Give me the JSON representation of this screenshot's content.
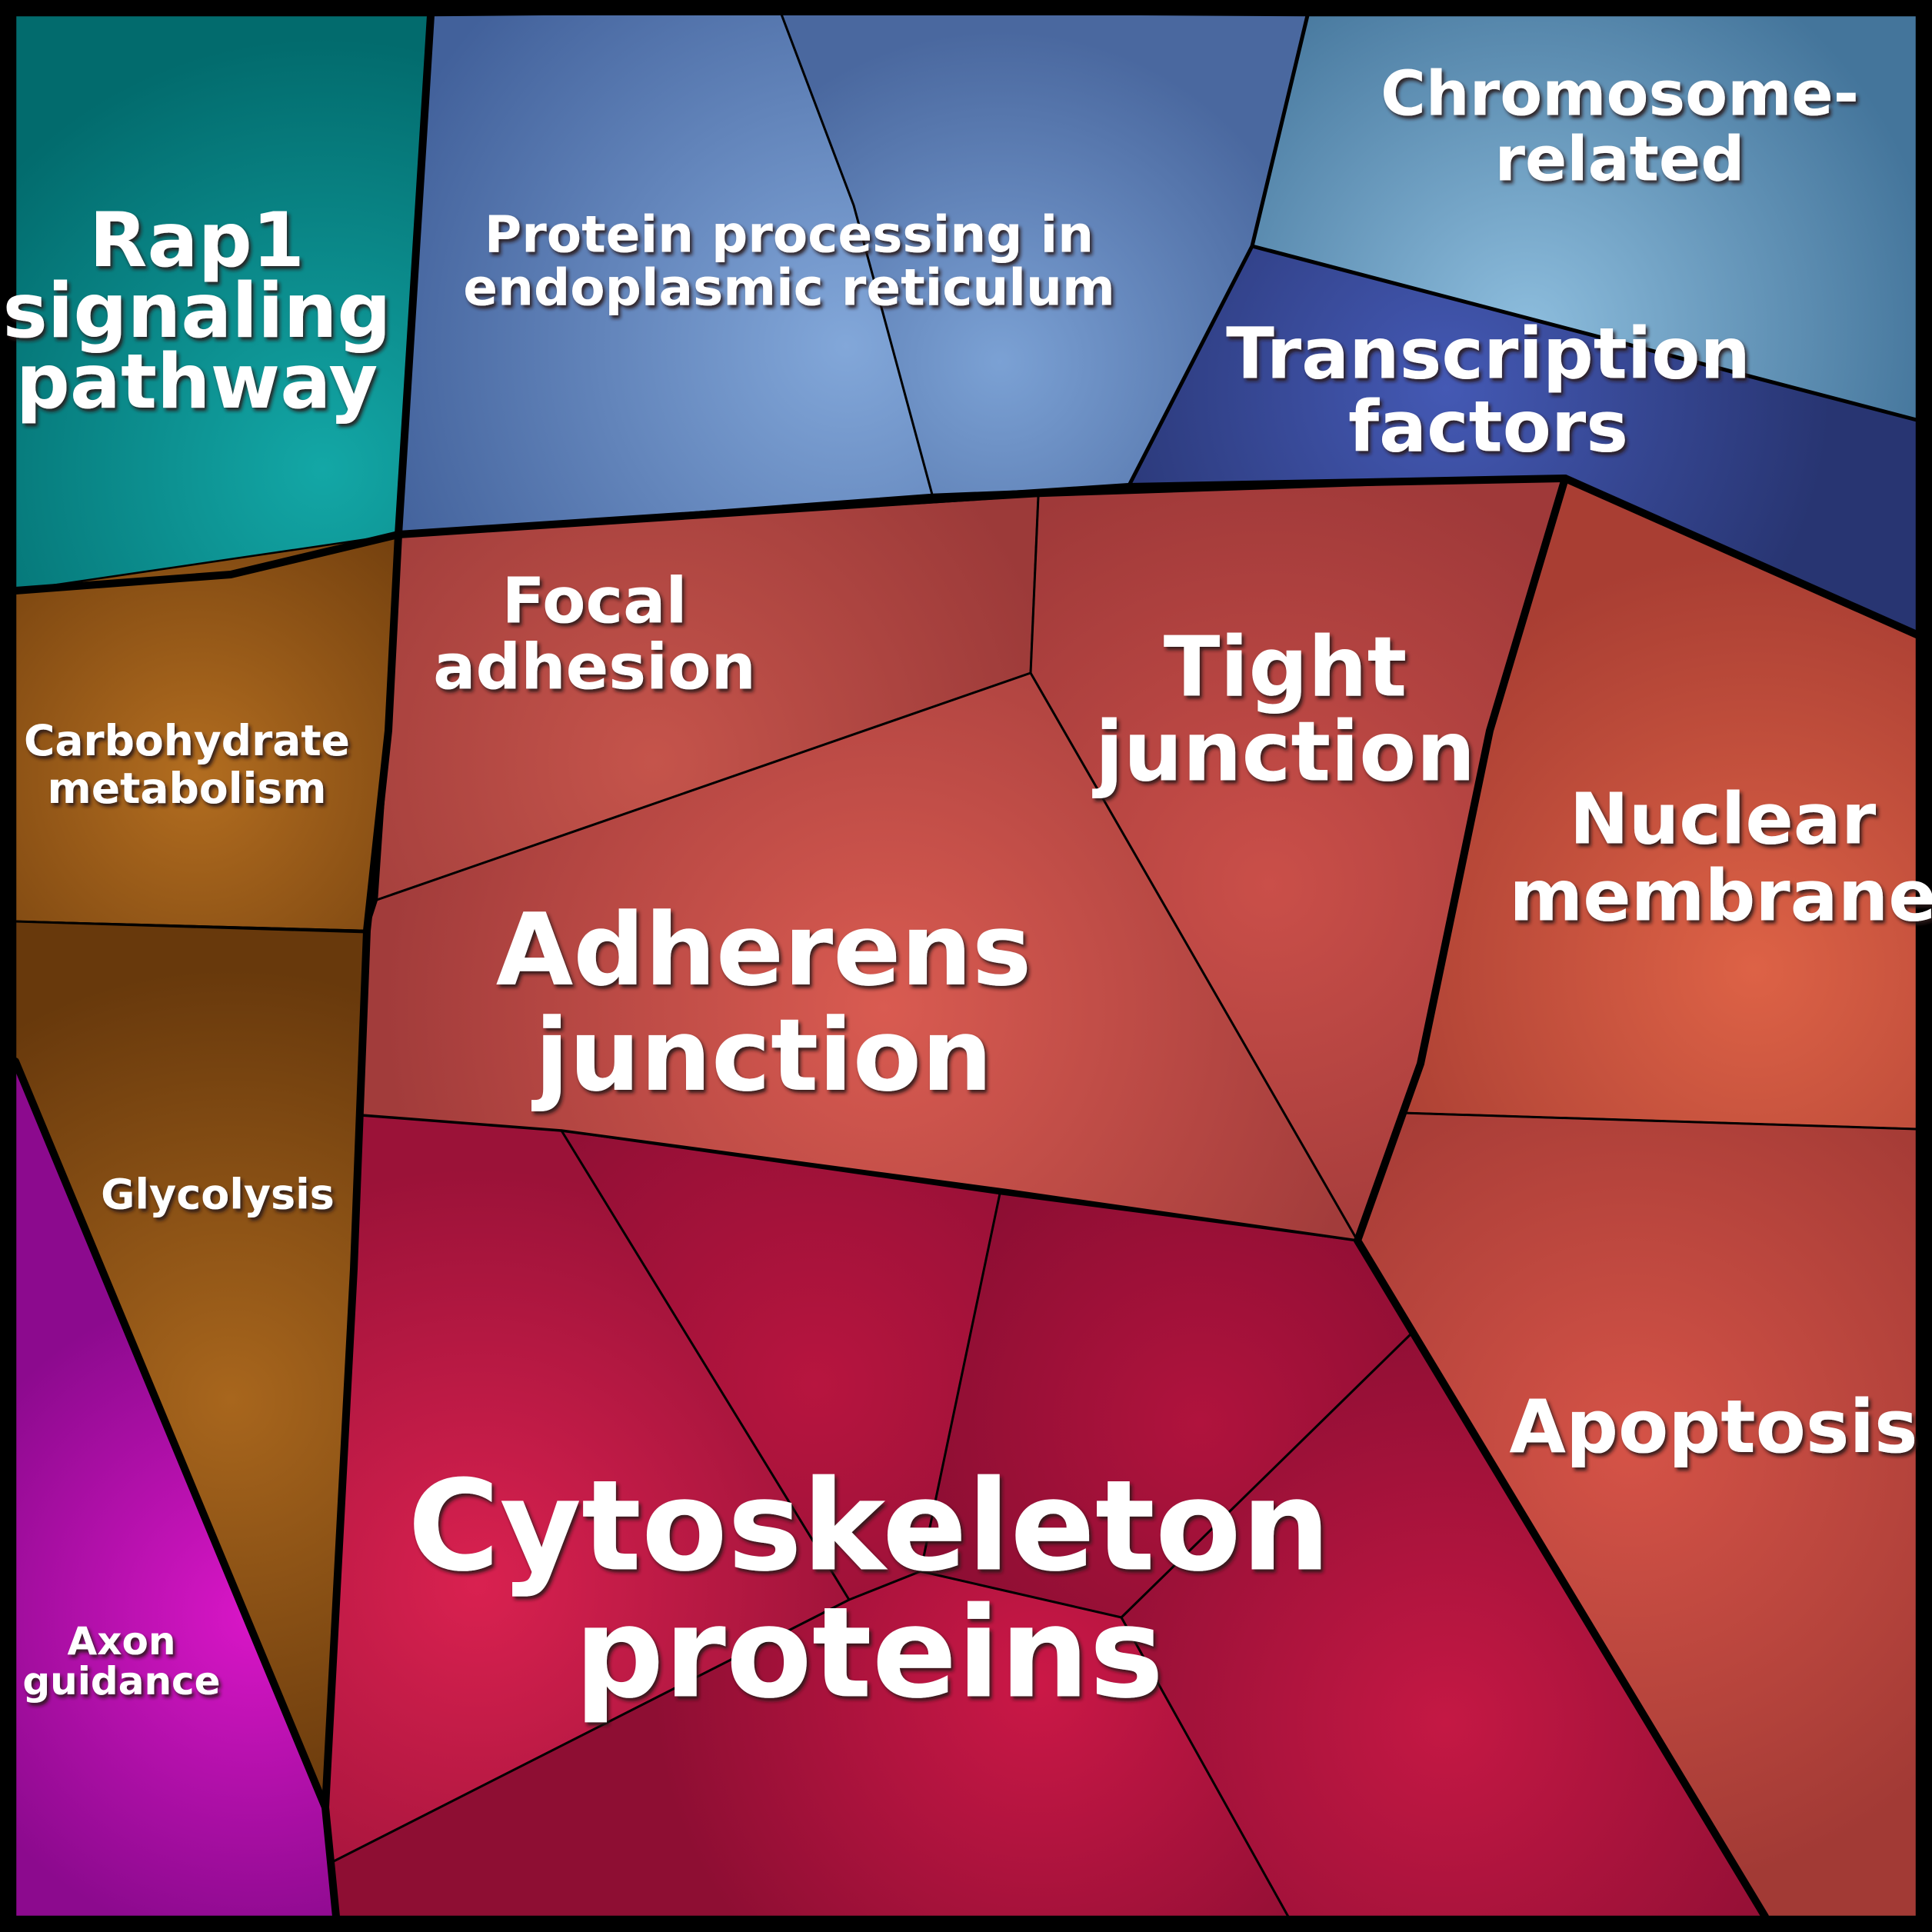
{
  "chart_data": {
    "type": "pie",
    "variant": "voronoi-treemap",
    "title": "",
    "legend": "none",
    "items": [
      {
        "label": "Rap1 signaling pathway",
        "color": "#0a8f90",
        "approx_area_pct": 6.3
      },
      {
        "label": "Protein processing in endoplasmic reticulum",
        "color": "#5f82b8",
        "approx_area_pct": 11.0
      },
      {
        "label": "Chromosome-related",
        "color": "#6699bf",
        "approx_area_pct": 4.4
      },
      {
        "label": "Transcription factors",
        "color": "#354899",
        "approx_area_pct": 4.1
      },
      {
        "label": "Carbohydrate metabolism",
        "color": "#9a5a17",
        "approx_area_pct": 3.6
      },
      {
        "label": "Glycolysis",
        "color": "#8a5115",
        "approx_area_pct": 4.1
      },
      {
        "label": "Axon guidance",
        "color": "#b511a8",
        "approx_area_pct": 3.8
      },
      {
        "label": "Focal adhesion",
        "color": "#b04742",
        "approx_area_pct": 5.4
      },
      {
        "label": "Tight junction",
        "color": "#b44541",
        "approx_area_pct": 5.7
      },
      {
        "label": "Adherens junction",
        "color": "#c04b45",
        "approx_area_pct": 9.2
      },
      {
        "label": "Nuclear membrane",
        "color": "#c6503c",
        "approx_area_pct": 6.9
      },
      {
        "label": "Apoptosis",
        "color": "#bc463e",
        "approx_area_pct": 9.2
      },
      {
        "label": "Cytoskeleton proteins",
        "color": "#a81239",
        "approx_area_pct": 19.0
      }
    ]
  },
  "cells": {
    "rap1": {
      "lines": [
        "Rap1",
        "signaling",
        "pathway"
      ]
    },
    "protein_processing": {
      "lines": [
        "Protein processing in",
        "endoplasmic reticulum"
      ]
    },
    "chromosome": {
      "lines": [
        "Chromosome-",
        "related"
      ]
    },
    "transcription": {
      "lines": [
        "Transcription",
        "factors"
      ]
    },
    "carbohydrate": {
      "lines": [
        "Carbohydrate",
        "metabolism"
      ]
    },
    "glycolysis": {
      "lines": [
        "Glycolysis"
      ]
    },
    "axon": {
      "lines": [
        "Axon",
        "guidance"
      ]
    },
    "focal": {
      "lines": [
        "Focal",
        "adhesion"
      ]
    },
    "tight": {
      "lines": [
        "Tight",
        "junction"
      ]
    },
    "nuclear": {
      "lines": [
        "Nuclear",
        "membrane"
      ]
    },
    "adherens": {
      "lines": [
        "Adherens",
        "junction"
      ]
    },
    "apoptosis": {
      "lines": [
        "Apoptosis"
      ]
    },
    "cytoskeleton": {
      "lines": [
        "Cytoskeleton",
        "proteins"
      ]
    }
  }
}
